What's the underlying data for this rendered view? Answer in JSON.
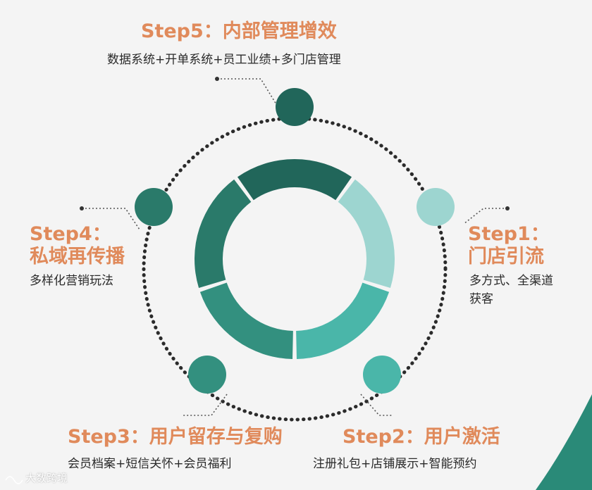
{
  "steps": [
    {
      "id": "step1",
      "title_line1": "Step1：",
      "title_line2": "门店引流",
      "desc_line1": "多方式、全渠道",
      "desc_line2": "获客",
      "color": "#9dd5d0"
    },
    {
      "id": "step2",
      "title": "Step2：用户激活",
      "desc": "注册礼包+店铺展示+智能预约",
      "color": "#4ab6a9"
    },
    {
      "id": "step3",
      "title": "Step3：用户留存与复购",
      "desc": "会员档案+短信关怀+会员福利",
      "color": "#33907f"
    },
    {
      "id": "step4",
      "title_line1": "Step4：",
      "title_line2": "私域再传播",
      "desc": "多样化营销玩法",
      "color": "#2a7a6a"
    },
    {
      "id": "step5",
      "title": "Step5：内部管理增效",
      "desc": "数据系统+开单系统+员工业绩+多门店管理",
      "color": "#21665a"
    }
  ],
  "watermark": "大数跨境",
  "colors": {
    "title": "#e08a5b",
    "dots": "#2b2b2b",
    "corner": "#2a8a78",
    "background": "#f4f4f4"
  }
}
